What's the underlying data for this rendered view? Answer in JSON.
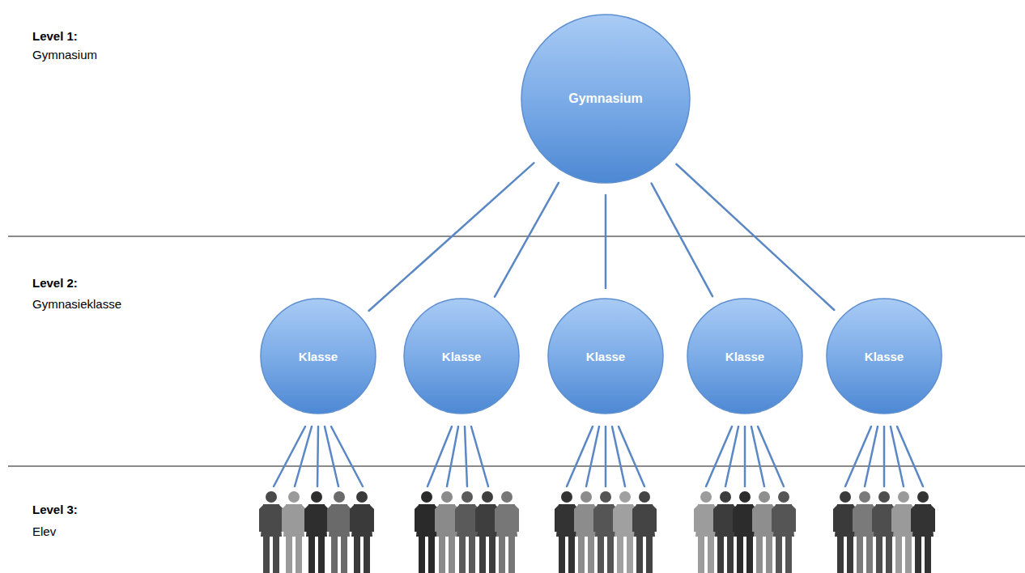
{
  "diagram": {
    "nodes": [
      {
        "text": [
          "Gymnasium"
        ]
      },
      {
        "text": [
          "Klasse"
        ]
      },
      {
        "text": [
          "Klasse"
        ]
      },
      {
        "text": [
          "Klasse"
        ]
      },
      {
        "text": [
          "Klasse"
        ]
      },
      {
        "text": [
          "Klasse"
        ]
      }
    ],
    "edges": [
      {
        "from": 0,
        "to": 1,
        "arrow": "none"
      },
      {
        "from": 0,
        "to": 2,
        "arrow": "none"
      },
      {
        "from": 0,
        "to": 3,
        "arrow": "none"
      },
      {
        "from": 0,
        "to": 4,
        "arrow": "none"
      },
      {
        "from": 0,
        "to": 5,
        "arrow": "none"
      }
    ],
    "labels": [
      "Level 1:",
      "Gymnasium",
      "Level 2:",
      "Gymnasieklasse",
      "Level 3:",
      "Elev"
    ]
  }
}
